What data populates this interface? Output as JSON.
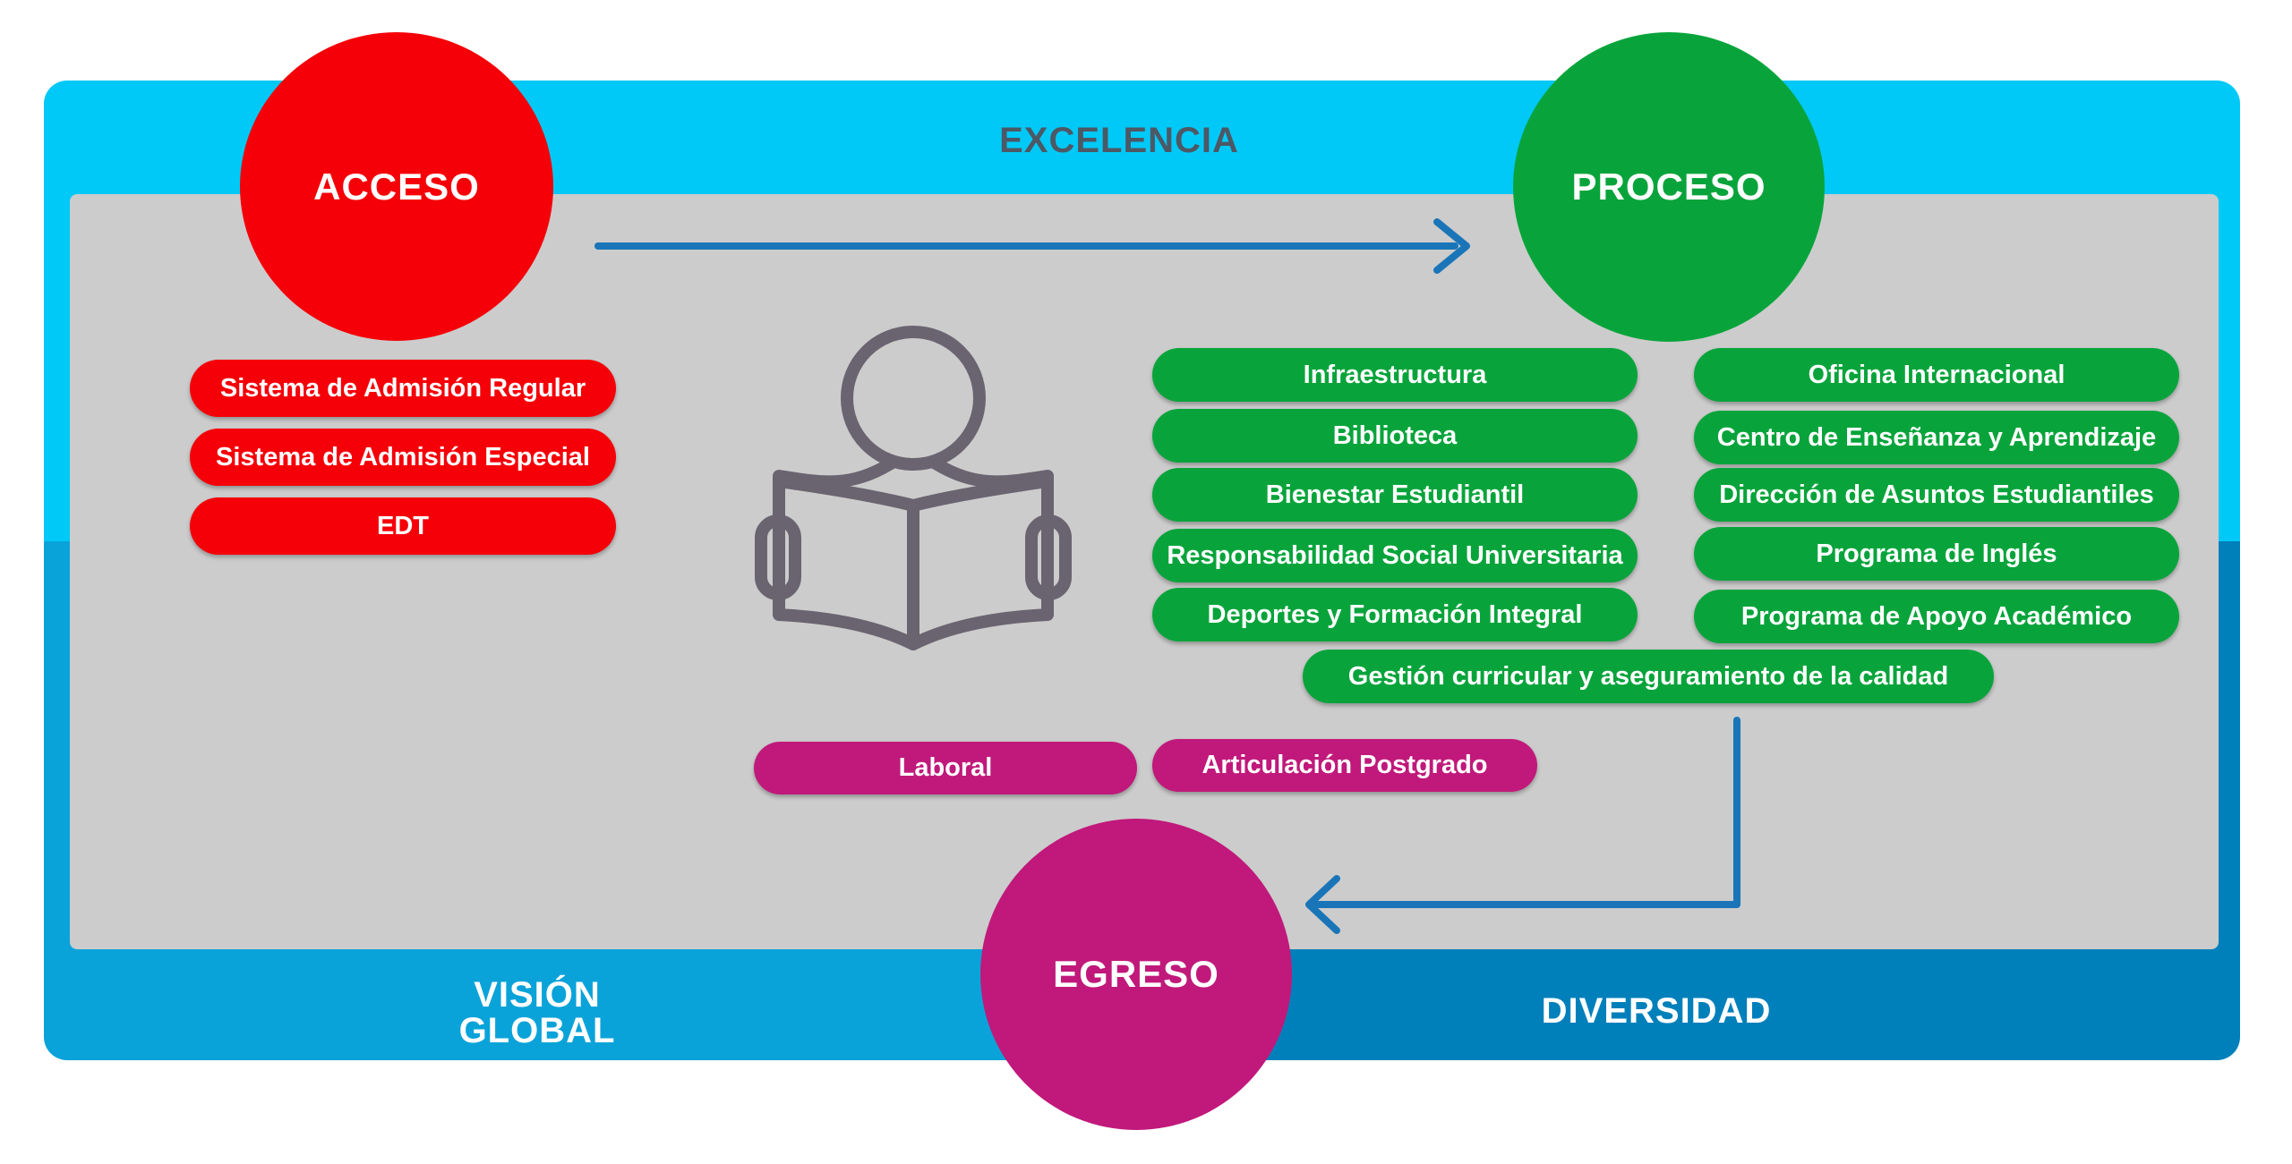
{
  "labels": {
    "top": "EXCELENCIA",
    "bottom_left_line1": "VISIÓN",
    "bottom_left_line2": "GLOBAL",
    "bottom_right": "DIVERSIDAD"
  },
  "stages": {
    "acceso": {
      "label": "ACCESO",
      "color": "#f50008"
    },
    "proceso": {
      "label": "PROCESO",
      "color": "#08a43b"
    },
    "egreso": {
      "label": "EGRESO",
      "color": "#c0197b"
    }
  },
  "acceso_items": [
    "Sistema de Admisión Regular",
    "Sistema de Admisión Especial",
    "EDT"
  ],
  "proceso_items_left": [
    "Infraestructura",
    "Biblioteca",
    "Bienestar Estudiantil",
    "Responsabilidad Social Universitaria",
    "Deportes y Formación Integral"
  ],
  "proceso_items_right": [
    "Oficina Internacional",
    "Centro de Enseñanza y Aprendizaje",
    "Dirección de Asuntos Estudiantiles",
    "Programa de Inglés",
    "Programa de Apoyo Académico"
  ],
  "proceso_item_wide": "Gestión curricular y aseguramiento de la calidad",
  "egreso_items": [
    "Laboral",
    "Articulación Postgrado"
  ],
  "icon": "student-reading-book-icon",
  "colors": {
    "band_top": "#00c9f7",
    "band_bottom_left": "#0aa3d9",
    "band_bottom_right": "#0080bb",
    "panel": "#cccccc",
    "arrow": "#1a75b8",
    "icon": "#6a6470"
  }
}
